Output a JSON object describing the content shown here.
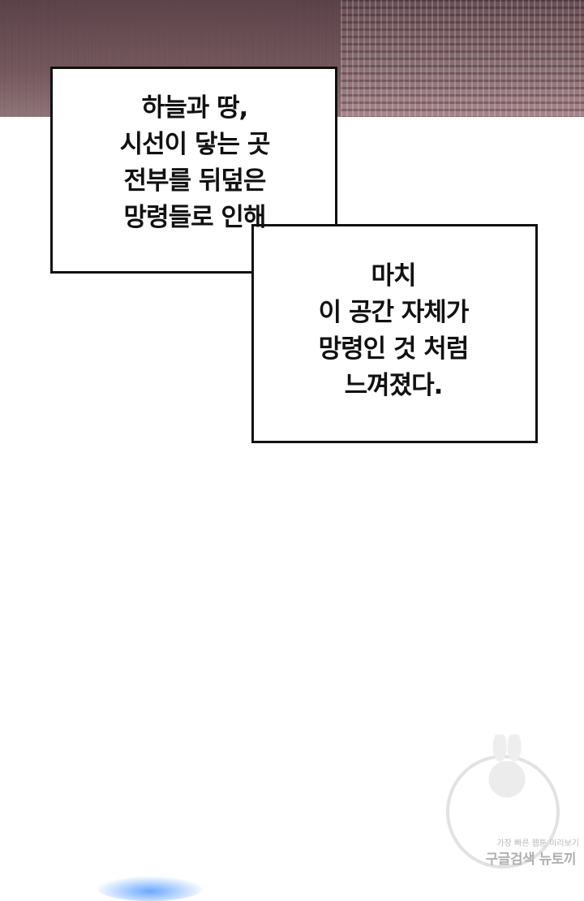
{
  "narration_box_1": {
    "lines": [
      "하늘과 땅,",
      "시선이 닿는 곳",
      "전부를 뒤덮은",
      "망령들로 인해"
    ]
  },
  "narration_box_2": {
    "lines": [
      "마치",
      "이 공간 자체가",
      "망령인 것 처럼",
      "느껴졌다."
    ]
  },
  "watermark": {
    "tagline": "가장 빠른 웹툰 미리보기",
    "brand": "구글검색 뉴토끼"
  },
  "colors": {
    "background": "#ffffff",
    "box_border": "#111111",
    "text": "#111111",
    "glow": "#6aa8ff"
  }
}
